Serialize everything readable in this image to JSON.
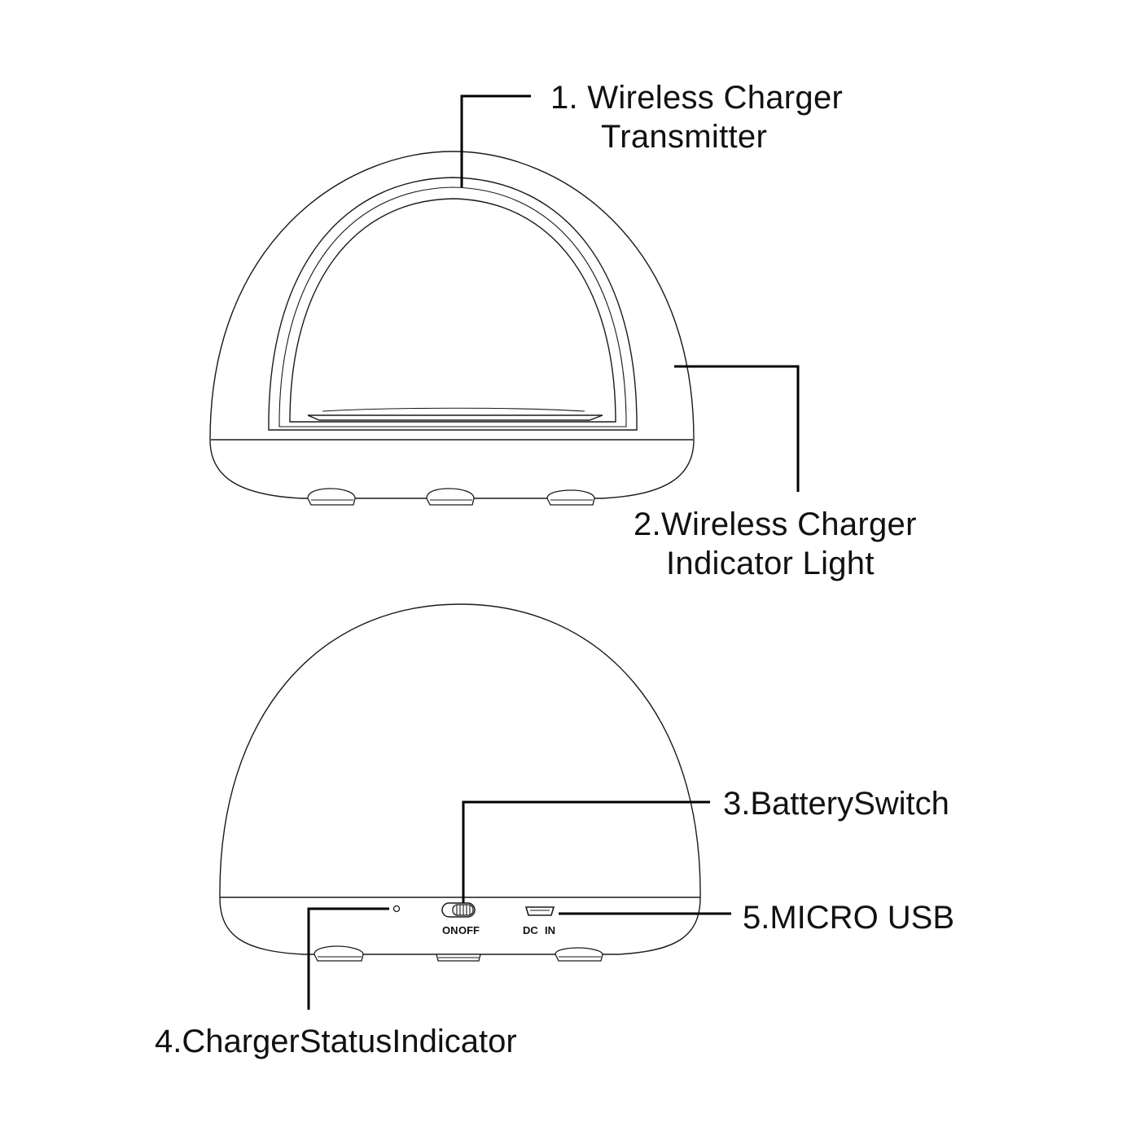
{
  "callouts": {
    "transmitter": {
      "line1": "1.  Wireless Charger",
      "line2": "Transmitter"
    },
    "indicator_light": {
      "line1": "2.Wireless Charger",
      "line2": "Indicator Light"
    },
    "battery_switch": "3.BatterySwitch",
    "status_indicator": "4.ChargerStatusIndicator",
    "micro_usb": "5.MICRO USB"
  },
  "device_labels": {
    "switch_on": "ON",
    "switch_off": "OFF",
    "port_dc": "DC",
    "port_in": "IN"
  }
}
